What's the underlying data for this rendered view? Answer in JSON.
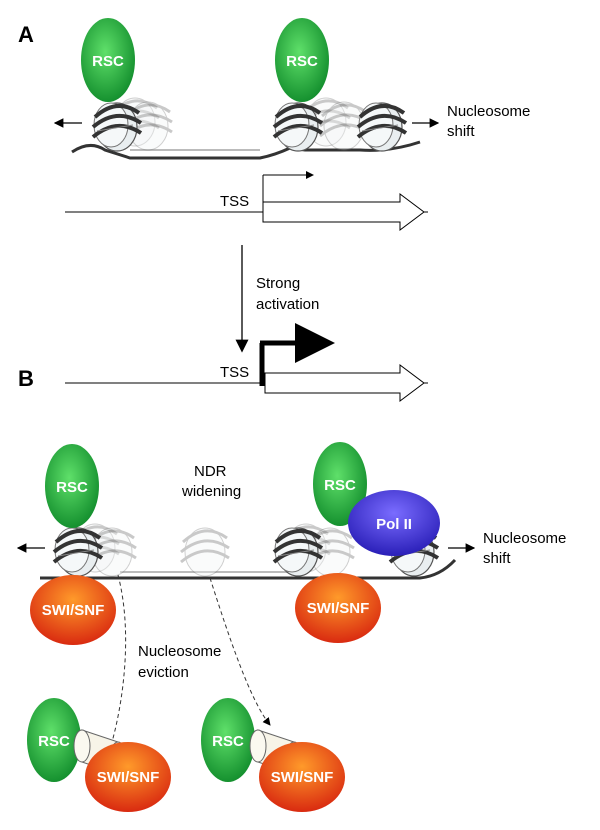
{
  "panels": {
    "a": "A",
    "b": "B"
  },
  "labels": {
    "tss": "TSS",
    "nucleosome_shift_line1": "Nucleosome",
    "nucleosome_shift_line2": "shift",
    "strong_activation_line1": "Strong",
    "strong_activation_line2": "activation",
    "ndr_line1": "NDR",
    "ndr_line2": "widening",
    "eviction_line1": "Nucleosome",
    "eviction_line2": "eviction"
  },
  "complexes": {
    "rsc": "RSC",
    "swisnf": "SWI/SNF",
    "pol2": "Pol II"
  },
  "colors": {
    "rsc": "#1faa3a",
    "swisnf": "#e8400f",
    "pol2": "#3a2fd4",
    "dna": "#333333"
  }
}
